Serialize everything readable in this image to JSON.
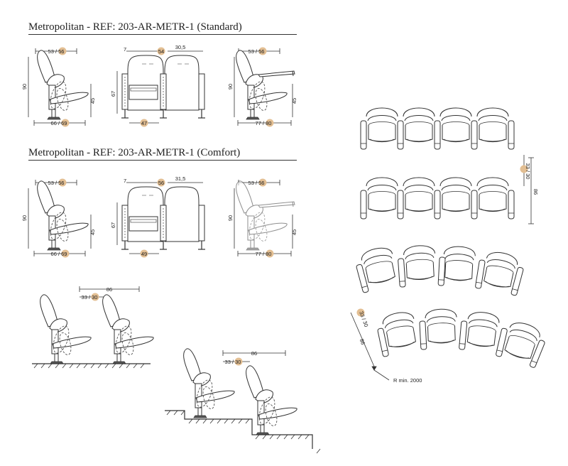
{
  "sections": {
    "standard_title": "Metropolitan - REF: 203-AR-METR-1 (Standard)",
    "comfort_title": "Metropolitan - REF: 203-AR-METR-1 (Comfort)"
  },
  "standard": {
    "side_top": "53 / 56",
    "side_height": "90",
    "side_seat": "45",
    "side_bottom": "66 / 69",
    "front_left": "7",
    "front_width": "54",
    "front_arm": "30,5",
    "front_height": "67",
    "front_seat": "47",
    "tablet_top": "53 / 56",
    "tablet_height": "90",
    "tablet_seat": "45",
    "tablet_bottom": "77 / 80"
  },
  "comfort": {
    "side_top": "53 / 56",
    "side_height": "90",
    "side_seat": "45",
    "side_bottom": "66 / 69",
    "front_left": "7",
    "front_width": "56",
    "front_arm": "31,5",
    "front_height": "67",
    "front_seat": "49",
    "tablet_top": "53 / 56",
    "tablet_height": "90",
    "tablet_seat": "45",
    "tablet_bottom": "77 / 80"
  },
  "flat_floor": {
    "pitch": "86",
    "clearance": "33 / 30"
  },
  "stepped_floor": {
    "pitch": "86",
    "clearance": "33 / 30"
  },
  "straight_rows": {
    "clearance": "33 / 30",
    "pitch": "86"
  },
  "curved_rows": {
    "clearance": "33 / 30",
    "pitch": "86",
    "radius": "R min. 2000"
  },
  "colors": {
    "line": "#333333",
    "badge": "#e3bf93",
    "dashed": "#555555"
  }
}
